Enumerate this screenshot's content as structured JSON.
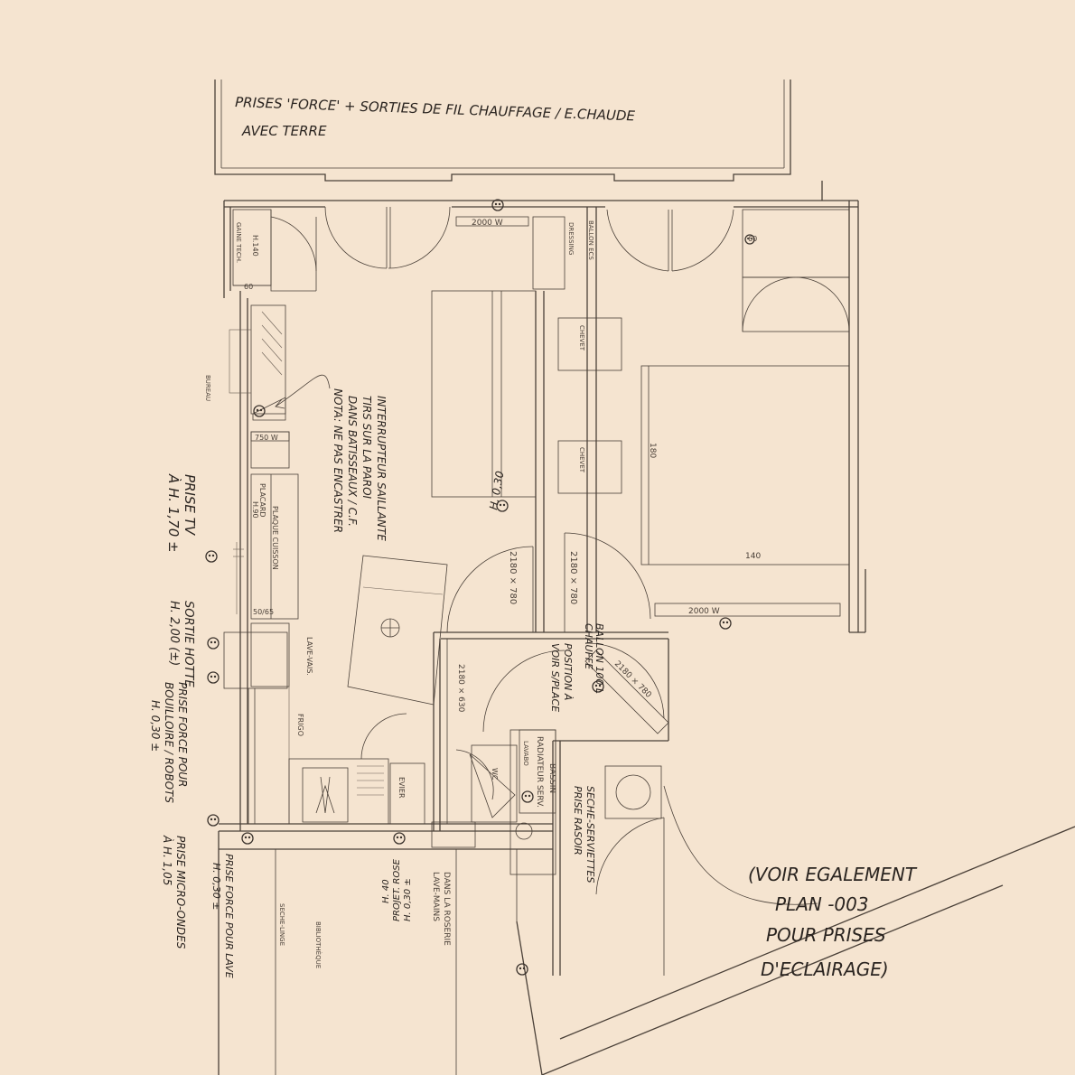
{
  "notes": {
    "title_line1": "PRISES 'FORCE' + SORTIES DE FIL CHAUFFAGE / E.CHAUDE",
    "title_line2": "AVEC TERRE",
    "nota_lines": [
      "NOTA: NE PAS ENCASTRER",
      "DANS BATISSEAUX / C.F.",
      "TIRS SUR LA PAROI",
      "INTERRUPTEUR SAILLANTE"
    ],
    "see_also": [
      "(VOIR EGALEMENT",
      "PLAN -003",
      "POUR PRISES",
      "D'ECLAIRAGE)"
    ],
    "tv": [
      "PRISE TV",
      "À H. 1,70 ±"
    ],
    "hotte": [
      "SORTIE HOTTE",
      "H. 2,00 (±)"
    ],
    "force_hotte": [
      "PRISE FORCE POUR",
      "BOUILLOIRE / ROBOTS",
      "H. 0,30 ±"
    ],
    "micro": [
      "PRISE MICRO-ONDES",
      "À H. 1,05"
    ],
    "force_lave": [
      "PRISE FORCE POUR LAVE",
      "H. 0,30 ±"
    ],
    "h40": [
      "H. 40",
      "PROJET. ROSE",
      "H. 0,30 ±"
    ],
    "lave_mains": [
      "LAVE-MAINS",
      "DANS LA ROSERIE"
    ],
    "ballon": [
      "BALLON 100 L",
      "CHAUFFE"
    ],
    "position": [
      "POSITION À",
      "VOIR S/PLACE"
    ],
    "radiateur_sdb": [
      "RADIATEUR SERV.",
      "BASSIN"
    ],
    "radiateur_bas": [
      "SECHE-SERVIETTES",
      "PRISE RASOIR"
    ],
    "h030_sofa": "H. 0,30",
    "radiator_2000": "2000 W",
    "radiator_2000b": "2000 W",
    "radiator_750": "750 W"
  },
  "labels": {
    "door_2180": "2180 × 780",
    "door_2180b": "2180 × 780",
    "door_2180c": "2180 × 780",
    "door_sdb": "2180 × 630",
    "bed_w": "140",
    "bed_h": "180",
    "closet": "60",
    "closet_h": "H.140",
    "gaine": "GAINE TECH.",
    "ballon_lbl": "BALLON ECS",
    "dressing": "DRESSING",
    "chevet": "CHEVET",
    "chevet2": "CHEVET",
    "placard": "PLACARD",
    "evier": "EVIER",
    "frigo": "FRIGO",
    "lave_vaisselle": "LAVE-VAIS.",
    "cuisson": "PLAQUE CUISSON",
    "bureau": "BUREAU",
    "wc": "WC",
    "lavabo": "LAVABO",
    "h90": "H.90",
    "h50": "50/65",
    "e60": "60",
    "biblio": "BIBLIOTHÈQUE",
    "sechoir": "SECHE-LINGE"
  },
  "colors": {
    "paper": "#f5e4d0",
    "ink": "#3a322c"
  }
}
